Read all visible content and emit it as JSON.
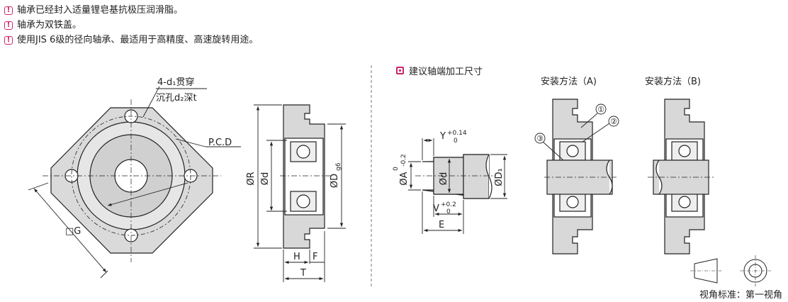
{
  "notes": [
    "轴承已经封入适量锂皂基抗极压润滑脂。",
    "轴承为双铁盖。",
    "使用JIS 6级的径向轴承、最适用于高精度、高速旋转用途。"
  ],
  "section_title": "建议轴端加工尺寸",
  "install_a": "安装方法（A)",
  "install_b": "安装方法（B)",
  "footer": "视角标准：第一视角",
  "labels": {
    "holes": "4-d₁贯穿",
    "counterbore": "沉孔d₂深t",
    "pcd": "P.C.D",
    "g": "□G",
    "r": "ØR",
    "d": "Ød",
    "dg6": "ØD",
    "dg6_sub": "g6",
    "h": "H",
    "f": "F",
    "t": "T",
    "y": "Y",
    "y_tol_up": "+0.14",
    "y_tol_lo": "0",
    "v": "V",
    "v_tol_up": "+0.2",
    "v_tol_lo": "0",
    "e": "E",
    "a": "ØA",
    "a_tol_up": "0",
    "a_tol_lo": "-0.2",
    "shaft_d": "Ød",
    "d1": "ØD₁",
    "c1": "①",
    "c2": "②",
    "c3": "③"
  },
  "colors": {
    "accent": "#d2246b",
    "part_fill": "#d8d8d8",
    "line": "#222222"
  }
}
